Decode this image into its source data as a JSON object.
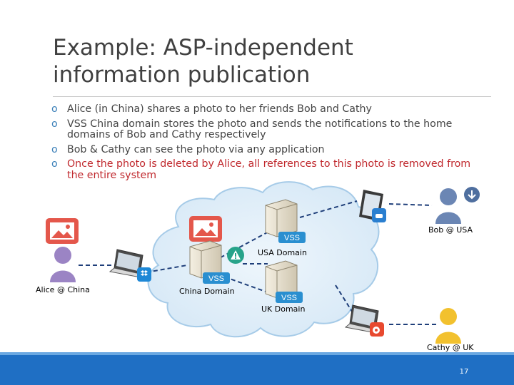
{
  "slide": {
    "title_line1": "Example: ASP-independent",
    "title_line2": "information publication",
    "bullet_marker": "o",
    "bullets": [
      "Alice (in China) shares a photo to her friends Bob and Cathy",
      "VSS China domain stores the photo and sends the notifications to the home domains of Bob and Cathy respectively",
      "Bob & Cathy can see the photo via any application",
      "Once the photo is deleted by Alice, all references to this photo is removed from the entire system"
    ],
    "page_number": "17"
  },
  "diagram": {
    "labels": {
      "alice": "Alice @ China",
      "bob": "Bob @ USA",
      "cathy": "Cathy @ UK",
      "china_domain": "China Domain",
      "usa_domain": "USA Domain",
      "uk_domain": "UK Domain"
    },
    "server_badge": "VSS",
    "colors": {
      "cloud": "#dcebf7",
      "cloud_edge": "#9ec9e8",
      "vss_badge": "#2a8fd0",
      "alice_person": "#9b84c4",
      "bob_person": "#6b86b4",
      "cathy_person": "#f2c12e",
      "photo_icon": "#e4574b",
      "warning_icon": "#27a38a",
      "weibo_icon": "#e8492f",
      "dropbox_icon": "#1e88d6",
      "arrow": "#1f3f7a"
    },
    "icons": [
      "photo-icon",
      "laptop-icon",
      "server-icon",
      "person-icon",
      "tablet-icon",
      "dropbox-icon",
      "weibo-icon",
      "warning-icon",
      "download-icon"
    ]
  }
}
